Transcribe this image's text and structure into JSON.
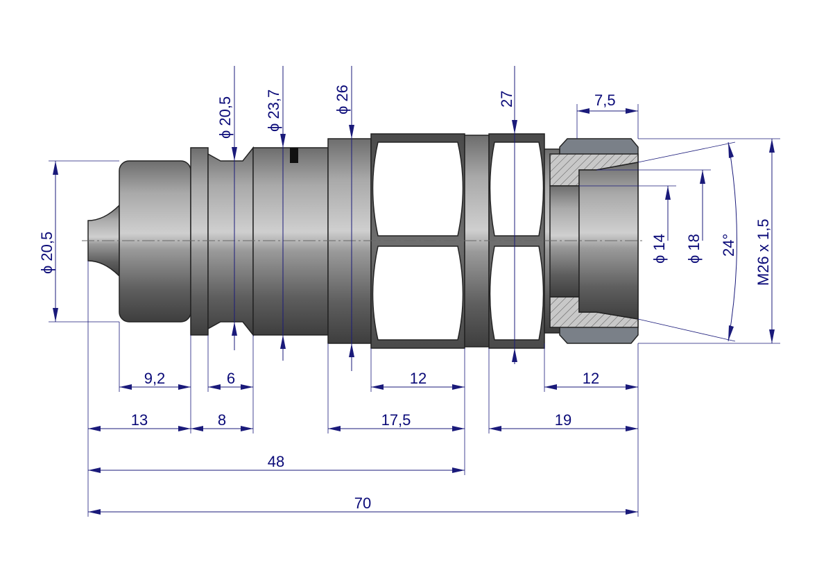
{
  "drawing": {
    "diameters": {
      "nose": "ϕ 20,5",
      "groove": "ϕ 20,5",
      "body": "ϕ 23,7",
      "collar": "ϕ 26",
      "hex": "27",
      "bore_small": "ϕ 14",
      "bore_large": "ϕ 18",
      "cone_angle": "24°",
      "thread": "M26 x 1,5",
      "nut_width": "7,5"
    },
    "lengths_row1": [
      "9,2",
      "6",
      "12",
      "12"
    ],
    "lengths_row2": [
      "13",
      "8",
      "17,5",
      "19"
    ],
    "lengths_row3": [
      "48"
    ],
    "lengths_row4": [
      "70"
    ]
  },
  "colors": {
    "dimension": "#0a0a78",
    "metal": "#8a8a8a",
    "hex": "#5c5c5c"
  }
}
